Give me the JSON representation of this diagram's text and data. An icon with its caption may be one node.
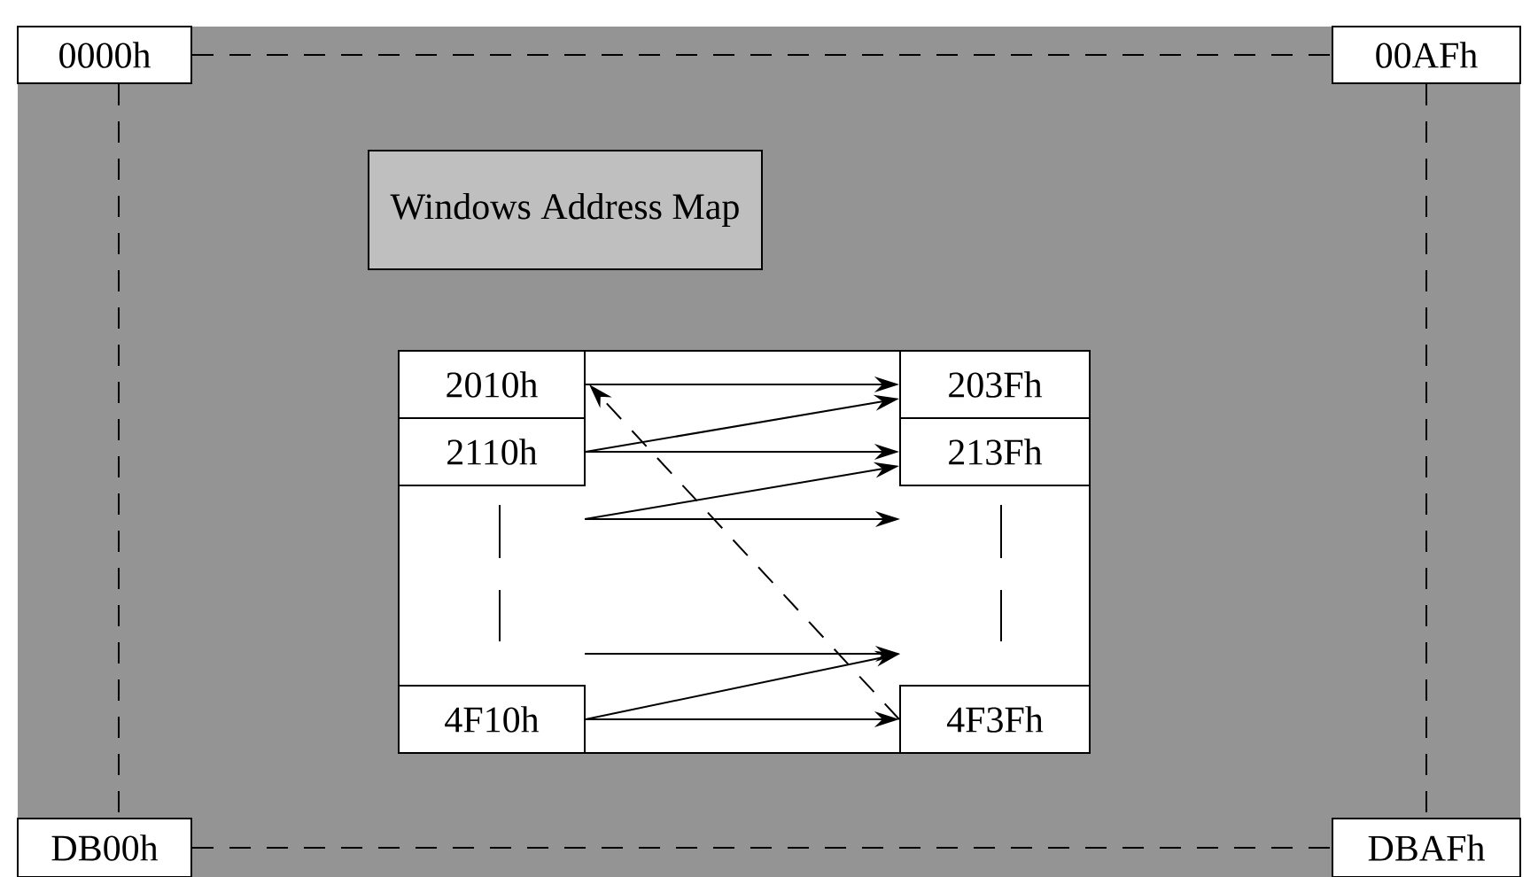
{
  "diagram": {
    "nodes": [
      {
        "text": [
          "0000h"
        ]
      },
      {
        "text": [
          "00AFh"
        ]
      },
      {
        "text": [
          "Windows Address Map"
        ]
      },
      {
        "text": [],
        "shape": "box"
      },
      {
        "text": [
          "2010h"
        ],
        "in": 3
      },
      {
        "text": [
          "203Fh"
        ],
        "in": 3
      },
      {
        "text": [
          "2110h"
        ],
        "in": 3
      },
      {
        "text": [
          "213Fh"
        ],
        "in": 3
      },
      {
        "text": [
          "4F10h"
        ],
        "in": 3
      },
      {
        "text": [
          "4F3Fh"
        ],
        "in": 3
      },
      {
        "text": [
          "DB00h"
        ]
      },
      {
        "text": [
          "DBAFh"
        ]
      }
    ],
    "edges": [
      {
        "from": 0,
        "to": 1,
        "arrow": "none",
        "style": "dashed"
      },
      {
        "from": 0,
        "to": 10,
        "arrow": "none",
        "style": "dashed"
      },
      {
        "from": 1,
        "to": 11,
        "arrow": "none",
        "style": "dashed"
      },
      {
        "from": 10,
        "to": 11,
        "arrow": "none",
        "style": "dashed"
      },
      {
        "from": 4,
        "to": 5,
        "arrow": "to"
      },
      {
        "from": 6,
        "to": 5,
        "arrow": "to"
      },
      {
        "from": 6,
        "to": 7,
        "arrow": "to"
      },
      {
        "from": null,
        "to": 7,
        "arrow": "to"
      },
      {
        "from": 8,
        "to": null,
        "arrow": "to"
      },
      {
        "from": 8,
        "to": 9,
        "arrow": "to"
      },
      {
        "from": 9,
        "to": 4,
        "arrow": "to",
        "style": "dashed"
      }
    ]
  }
}
